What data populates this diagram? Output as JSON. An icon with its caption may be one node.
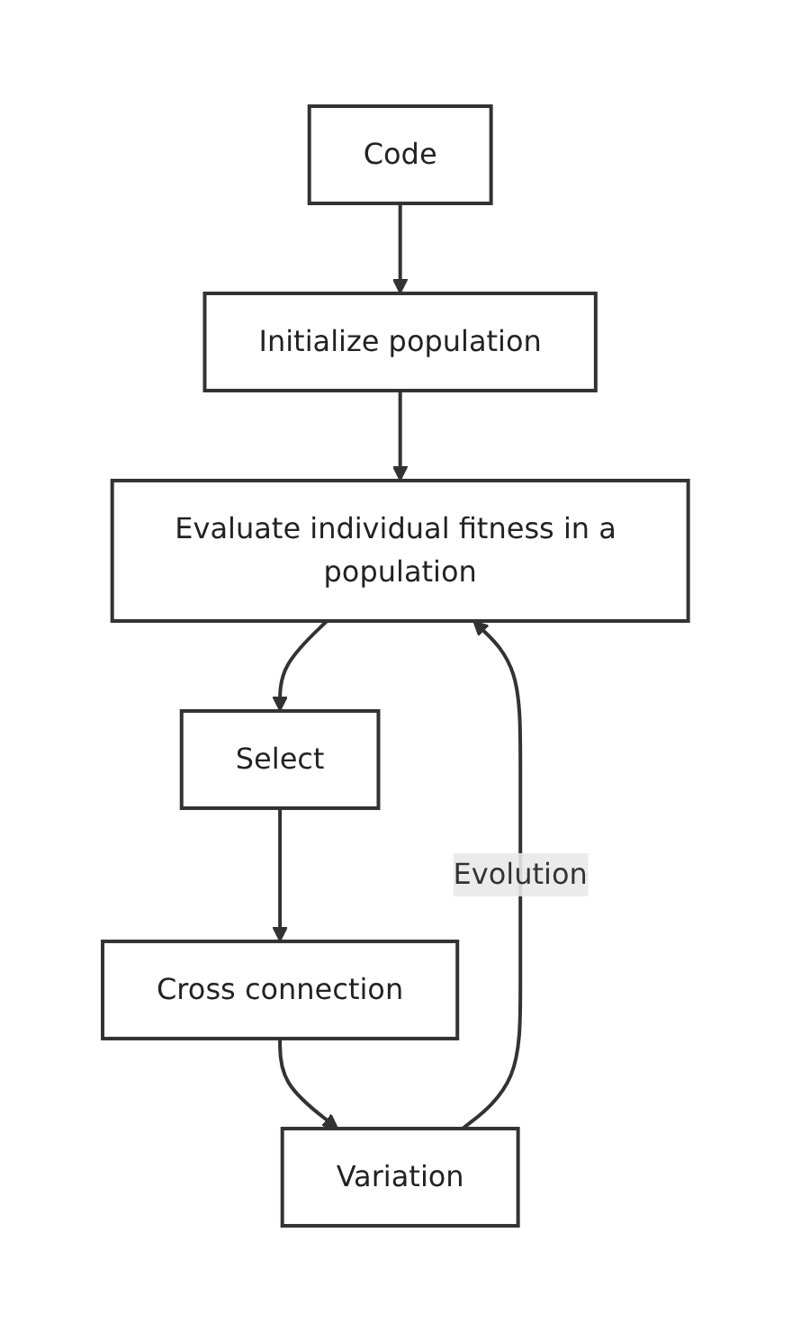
{
  "diagram": {
    "nodes": [
      {
        "text": [
          "Code"
        ]
      },
      {
        "text": [
          "Initialize population"
        ]
      },
      {
        "text": [
          "Evaluate individual fitness in a population"
        ]
      },
      {
        "text": [
          "Select"
        ]
      },
      {
        "text": [
          "Cross connection"
        ]
      },
      {
        "text": [
          "Variation"
        ]
      }
    ],
    "edges": [
      {
        "from": 0,
        "to": 1,
        "arrow": "to"
      },
      {
        "from": 1,
        "to": 2,
        "arrow": "to"
      },
      {
        "from": 2,
        "to": 3,
        "arrow": "to"
      },
      {
        "from": 3,
        "to": 4,
        "arrow": "to"
      },
      {
        "from": 4,
        "to": 5,
        "arrow": "to"
      },
      {
        "from": 5,
        "to": 2,
        "arrow": "to",
        "label": "Evolution"
      }
    ]
  }
}
